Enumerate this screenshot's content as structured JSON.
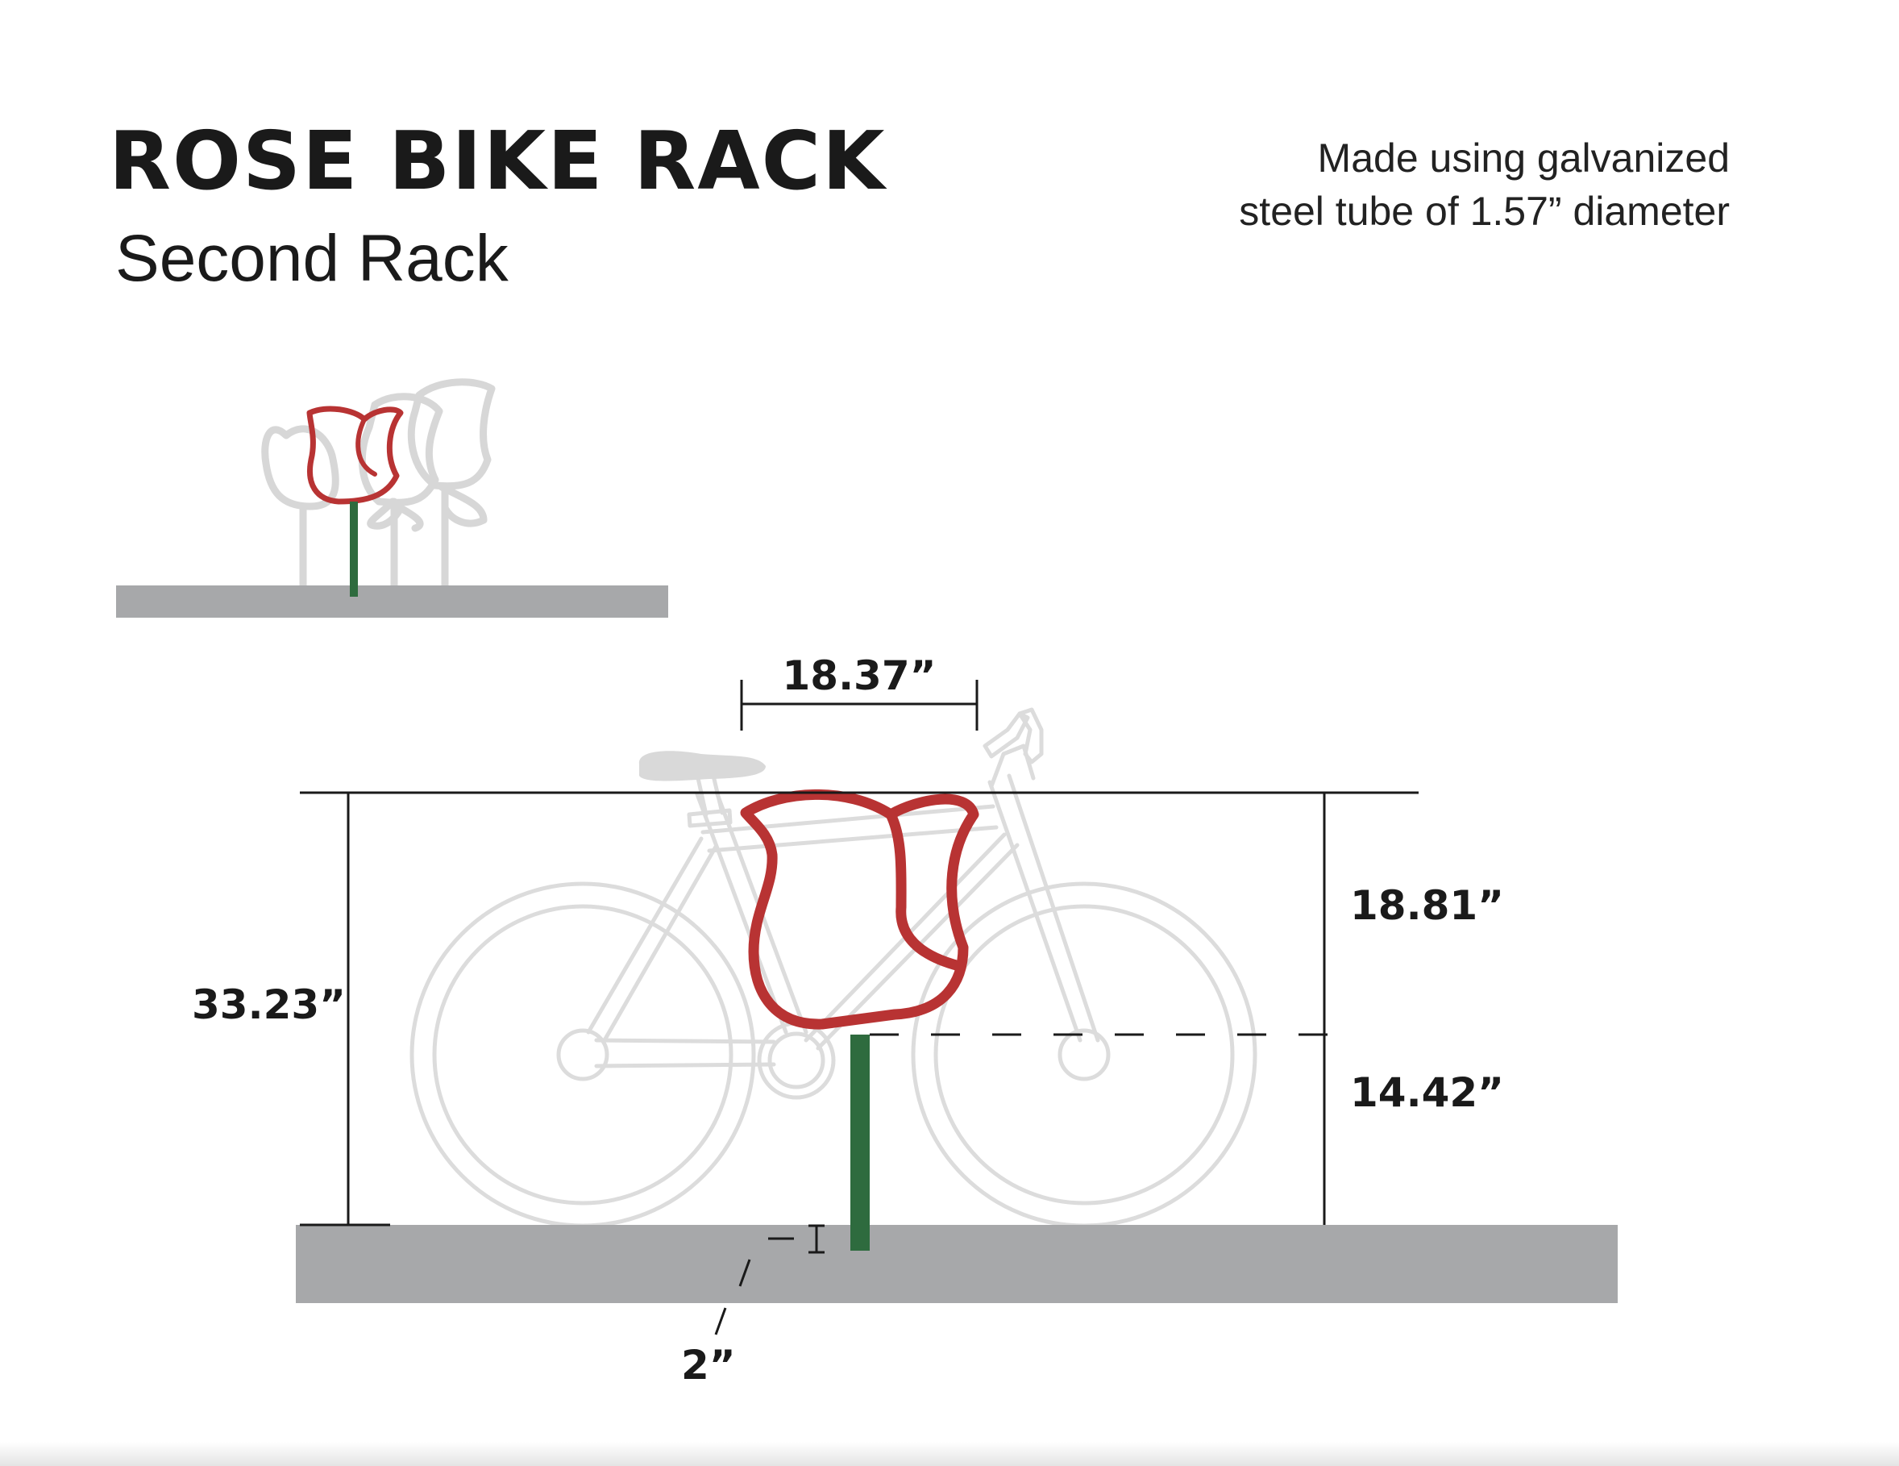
{
  "header": {
    "title": "ROSE BIKE RACK",
    "subtitle": "Second Rack",
    "note_lines": [
      "Made using galvanized",
      "steel tube of 1.57” diameter"
    ]
  },
  "dimensions": {
    "top_width": "18.37”",
    "total_height": "33.23”",
    "flower_height": "18.81”",
    "stem_height": "14.42”",
    "embed_depth": "2”"
  },
  "colors": {
    "rose": "#b83333",
    "stem": "#2e6b3e",
    "ghost": "#d7d7d7",
    "ground": "#a7a8aa",
    "line": "#1a1a1a"
  }
}
